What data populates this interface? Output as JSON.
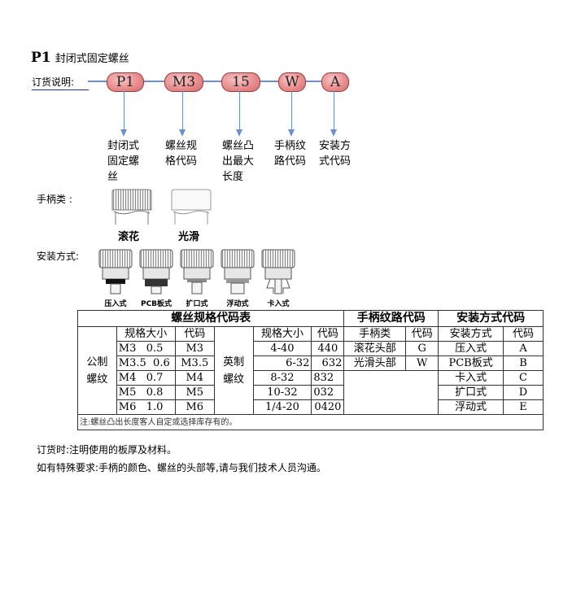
{
  "header": {
    "code": "P1",
    "title": "封闭式固定螺丝"
  },
  "order": {
    "label": "订货说明:",
    "codes": [
      "P1",
      "M3",
      "15",
      "W",
      "A"
    ],
    "descriptions": [
      "封闭式\n固定螺\n丝",
      "螺丝规\n格代码",
      "螺丝凸\n出最大\n长度",
      "手柄纹\n路代码",
      "安装方\n式代码"
    ]
  },
  "handles": {
    "label": "手柄类 :",
    "items": [
      "滚花",
      "光滑"
    ]
  },
  "mounting": {
    "label": "安装方式:",
    "items": [
      "压入式",
      "PCB板式",
      "扩口式",
      "浮动式",
      "卡入式"
    ]
  },
  "table": {
    "headers": {
      "spec": "螺丝规格代码表",
      "pattern": "手柄纹路代码",
      "install": "安装方式代码"
    },
    "sub": {
      "size": "规格大小",
      "code": "代码",
      "pattern_type": "手柄类",
      "install_type": "安装方式"
    },
    "metric_label": "公制\n螺纹",
    "imperial_label": "英制\n螺纹",
    "metric": [
      {
        "size": "M3   0.5",
        "code": "M3"
      },
      {
        "size": "M3.5  0.6",
        "code": "M3.5"
      },
      {
        "size": "M4   0.7",
        "code": "M4"
      },
      {
        "size": "M5   0.8",
        "code": "M5"
      },
      {
        "size": "M6   1.0",
        "code": "M6"
      }
    ],
    "imperial": [
      {
        "size": "4-40",
        "code": "440"
      },
      {
        "size": "6-32",
        "code": "632"
      },
      {
        "size": "8-32",
        "code": "832"
      },
      {
        "size": "10-32",
        "code": "032"
      },
      {
        "size": "1/4-20",
        "code": "0420"
      }
    ],
    "patterns": [
      {
        "type": "滚花头部",
        "code": "G"
      },
      {
        "type": "光滑头部",
        "code": "W"
      }
    ],
    "installs": [
      {
        "type": "压入式",
        "code": "A"
      },
      {
        "type": "PCB板式",
        "code": "B"
      },
      {
        "type": "卡入式",
        "code": "C"
      },
      {
        "type": "扩口式",
        "code": "D"
      },
      {
        "type": "浮动式",
        "code": "E"
      }
    ],
    "note": "注:螺丝凸出长度客人自定或选择库存有的。"
  },
  "footer": {
    "line1": "订货时:注明使用的板厚及材料。",
    "line2": "如有特殊要求:手柄的颜色、螺丝的头部等,请与我们技术人员沟通。"
  }
}
